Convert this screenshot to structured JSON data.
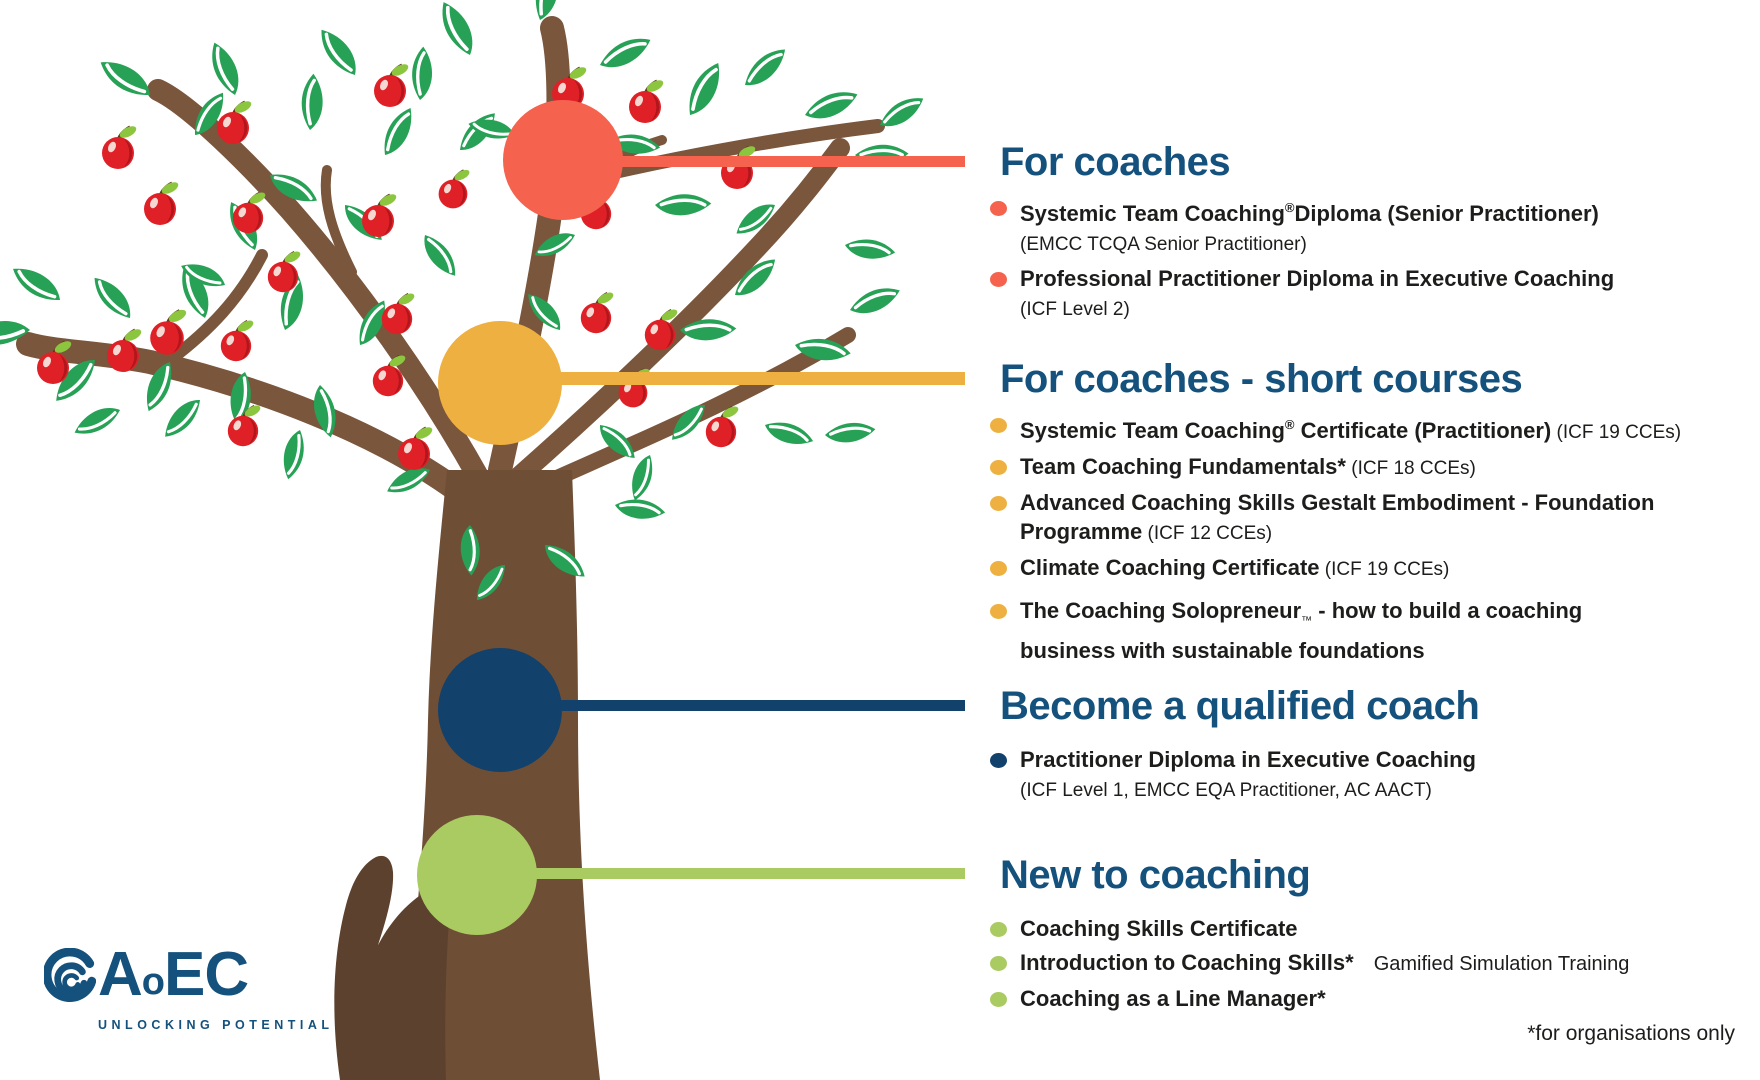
{
  "palette": {
    "coral": "#F5634F",
    "yellow": "#EEB040",
    "navy": "#12416B",
    "green": "#A9CB62",
    "header": "#14517C",
    "text": "#1D1D1B",
    "leaf": "#27A156",
    "branch": "#7A563C",
    "trunk": "#6F4E36",
    "hand": "#5C422E",
    "apple": "#DF2127",
    "apple_shade": "#B0161C",
    "apple_leaf": "#8CC63F"
  },
  "sections": [
    {
      "id": "for-coaches",
      "title": "For coaches",
      "accent": "coral",
      "items": [
        {
          "lines": [
            [
              {
                "s": "b",
                "t": "Systemic Team Coaching"
              },
              {
                "s": "sup",
                "t": "®"
              },
              {
                "s": "b",
                "t": "Diploma (Senior Practitioner)"
              }
            ],
            [
              {
                "s": "note",
                "t": "(EMCC TCQA Senior Practitioner)"
              }
            ]
          ]
        },
        {
          "lines": [
            [
              {
                "s": "b",
                "t": "Professional Practitioner Diploma in Executive Coaching"
              }
            ],
            [
              {
                "s": "note",
                "t": "(ICF Level 2)"
              }
            ]
          ]
        }
      ]
    },
    {
      "id": "for-coaches-short-courses",
      "title": "For coaches - short courses",
      "accent": "yellow",
      "items": [
        {
          "lines": [
            [
              {
                "s": "b",
                "t": "Systemic Team Coaching"
              },
              {
                "s": "sup",
                "t": "®"
              },
              {
                "s": "b",
                "t": " Certificate (Practitioner)"
              },
              {
                "s": "n",
                "t": " (ICF 19 CCEs)"
              }
            ]
          ]
        },
        {
          "lines": [
            [
              {
                "s": "b",
                "t": "Team Coaching Fundamentals*"
              },
              {
                "s": "n",
                "t": " (ICF 18 CCEs)"
              }
            ]
          ]
        },
        {
          "lines": [
            [
              {
                "s": "b",
                "t": "Advanced Coaching Skills Gestalt Embodiment - Foundation"
              }
            ],
            [
              {
                "s": "b",
                "t": "Programme"
              },
              {
                "s": "n",
                "t": " (ICF 12 CCEs)"
              }
            ]
          ]
        },
        {
          "lines": [
            [
              {
                "s": "b",
                "t": "Climate Coaching Certificate"
              },
              {
                "s": "n",
                "t": " (ICF 19 CCEs)"
              }
            ]
          ]
        },
        {
          "gap_before": true,
          "lines": [
            [
              {
                "s": "b",
                "t": "The Coaching Solopreneur"
              },
              {
                "s": "tm",
                "t": "™"
              },
              {
                "s": "b",
                "t": " - how to build a coaching"
              }
            ],
            [
              {
                "s": "b",
                "t": "business with sustainable foundations"
              }
            ]
          ]
        }
      ]
    },
    {
      "id": "become-a-qualified-coach",
      "title": "Become a qualified coach",
      "accent": "navy",
      "items": [
        {
          "lines": [
            [
              {
                "s": "b",
                "t": "Practitioner Diploma in Executive Coaching"
              }
            ],
            [
              {
                "s": "note",
                "t": "(ICF Level 1, EMCC EQA Practitioner, AC AACT)"
              }
            ]
          ]
        }
      ]
    },
    {
      "id": "new-to-coaching",
      "title": "New to coaching",
      "accent": "green",
      "items": [
        {
          "lines": [
            [
              {
                "s": "b",
                "t": "Coaching Skills Certificate"
              }
            ]
          ]
        },
        {
          "lines": [
            [
              {
                "s": "b",
                "t": "Introduction to Coaching Skills*"
              },
              {
                "s": "gap",
                "t": "Gamified Simulation Training"
              }
            ]
          ]
        },
        {
          "lines": [
            [
              {
                "s": "b",
                "t": "Coaching as a Line Manager*"
              }
            ]
          ]
        }
      ]
    }
  ],
  "footnote": "*for organisations only",
  "logo": {
    "a": "A",
    "o": "o",
    "ec": "EC",
    "tagline": "UNLOCKING POTENTIAL"
  }
}
